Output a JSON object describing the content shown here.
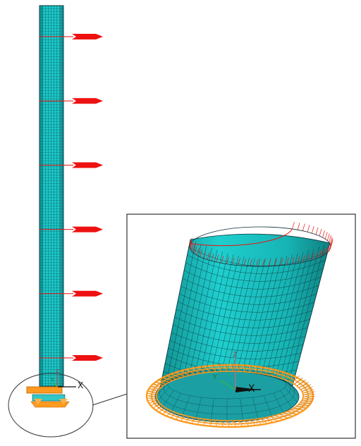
{
  "axis": {
    "x_label": "X",
    "y_label": "Y",
    "z_label": "Z"
  },
  "load_arrow_count": 6,
  "colors": {
    "mesh_fill": "#19c9c9",
    "mesh_fill_dark": "#0b8f8f",
    "mesh_line": "#0a2f36",
    "load_arrow": "#ee1111",
    "constraint": "#ff9a1f",
    "zoom_frame": "#333333",
    "callout": "#333333"
  }
}
